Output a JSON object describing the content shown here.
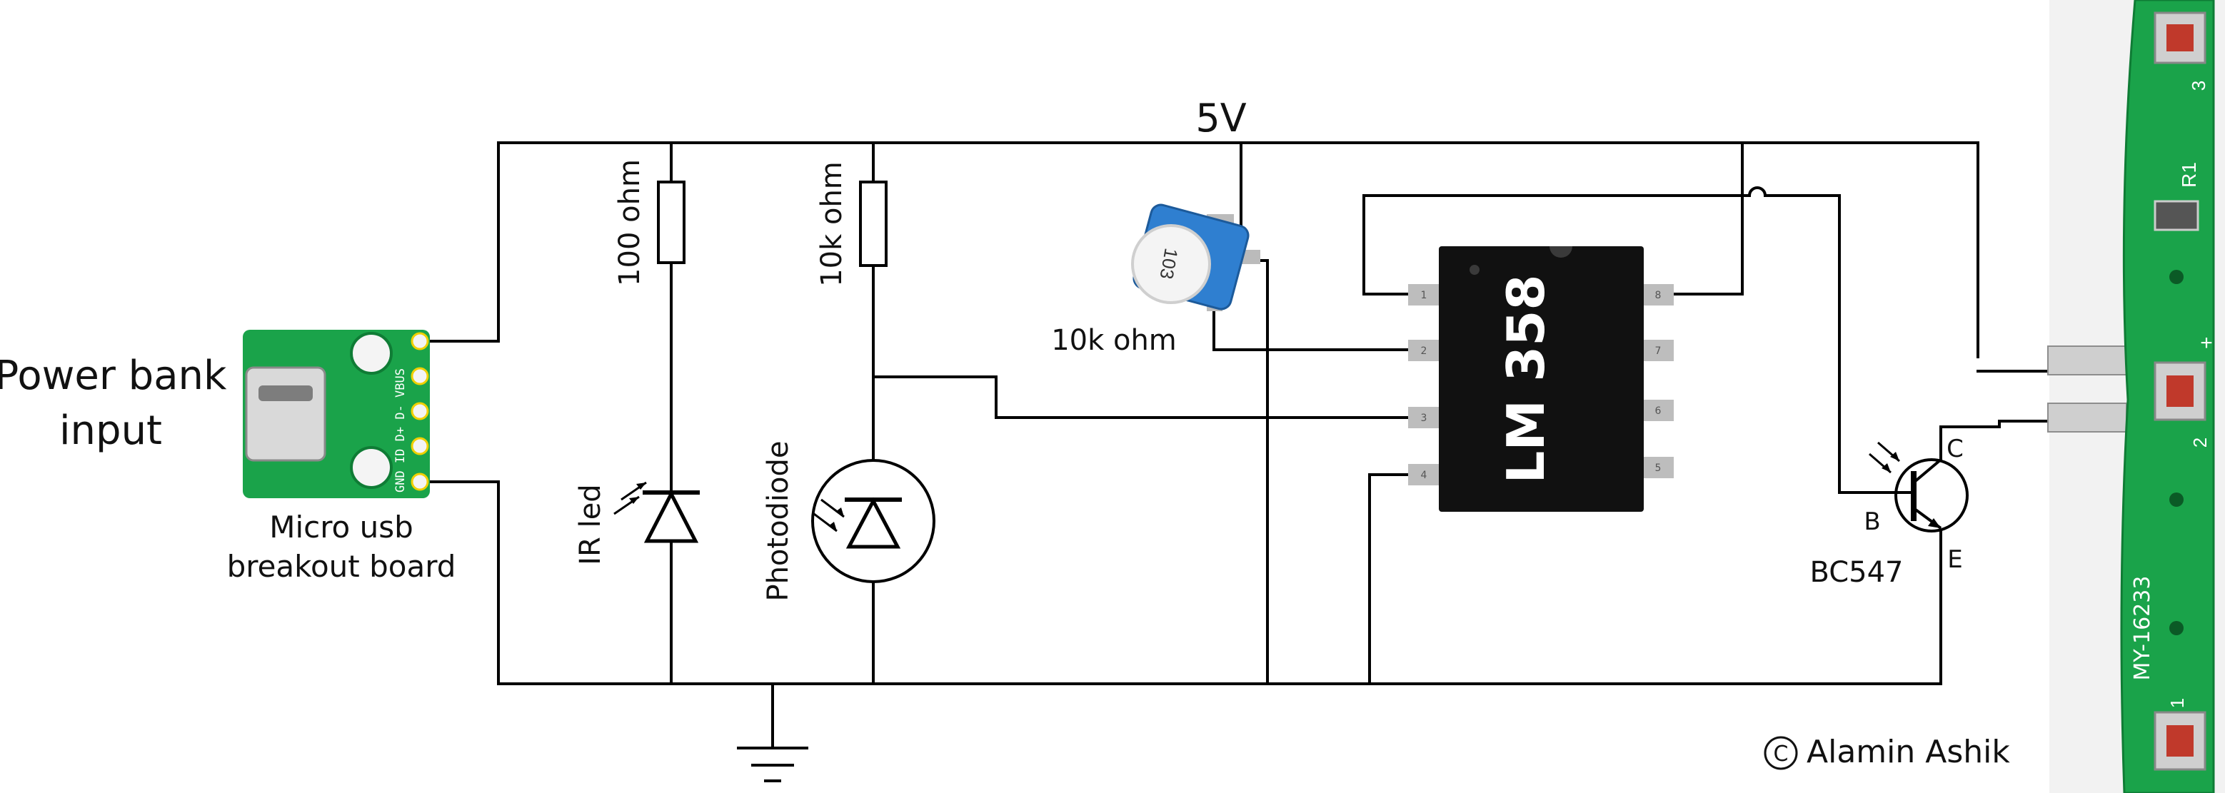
{
  "labels": {
    "supply": "5V",
    "power_input": [
      "Power bank",
      "input"
    ],
    "usb_board": [
      "Micro usb",
      "breakout board"
    ],
    "usb_pins": "GND ID D+ D- VBUS",
    "r1_value": "100 ohm",
    "r2_value": "10k ohm",
    "pot_value": "10k ohm",
    "pot_marking": "103",
    "ir_led": "IR led",
    "photodiode": "Photodiode",
    "ic_name": "LM 358",
    "transistor": "BC547",
    "pin_b": "B",
    "pin_c": "C",
    "pin_e": "E",
    "pcb_r1": "R1",
    "pcb_part": "MY-16233",
    "pcb_pads": [
      "3",
      "2",
      "1"
    ],
    "pcb_plus": "+",
    "copyright": "Alamin Ashik",
    "copyright_symbol": "C"
  },
  "ic_pins_left": [
    "1",
    "2",
    "3",
    "4"
  ],
  "ic_pins_right": [
    "8",
    "7",
    "6",
    "5"
  ],
  "colors": {
    "pcb_green": "#1aa34a",
    "pcb_dark_green": "#0f7c35",
    "pot_blue": "#2f7fd0",
    "ic_body": "#111111",
    "led_red": "#c0392b"
  }
}
